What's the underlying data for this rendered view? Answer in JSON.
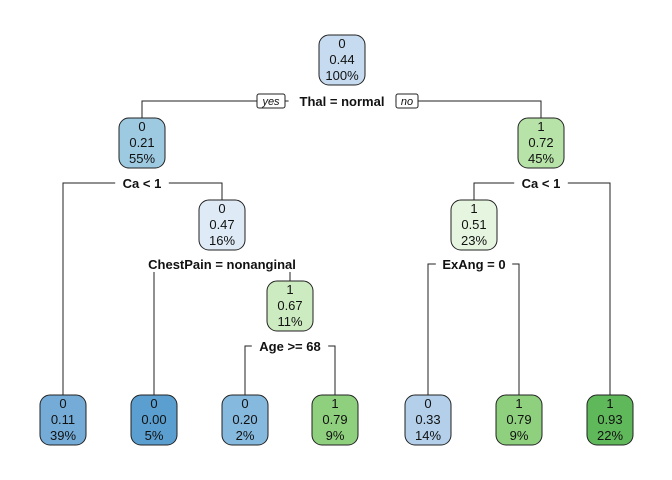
{
  "tree": {
    "branch_labels": {
      "yes": "yes",
      "no": "no"
    },
    "nodes": [
      {
        "id": "root",
        "class": "0",
        "prob": "0.44",
        "pct": "100%",
        "fill": "#c6dbef"
      },
      {
        "id": "n_left",
        "class": "0",
        "prob": "0.21",
        "pct": "55%",
        "fill": "#9ecae1"
      },
      {
        "id": "n_right",
        "class": "1",
        "prob": "0.72",
        "pct": "45%",
        "fill": "#b7e2a8"
      },
      {
        "id": "n_left_right",
        "class": "0",
        "prob": "0.47",
        "pct": "16%",
        "fill": "#deebf7"
      },
      {
        "id": "n_right_left",
        "class": "1",
        "prob": "0.51",
        "pct": "23%",
        "fill": "#e5f5e0"
      },
      {
        "id": "n_age",
        "class": "1",
        "prob": "0.67",
        "pct": "11%",
        "fill": "#cdebc0"
      },
      {
        "id": "leaf1",
        "class": "0",
        "prob": "0.11",
        "pct": "39%",
        "fill": "#75acd7"
      },
      {
        "id": "leaf2",
        "class": "0",
        "prob": "0.00",
        "pct": "5%",
        "fill": "#5a9fcf"
      },
      {
        "id": "leaf3",
        "class": "0",
        "prob": "0.20",
        "pct": "2%",
        "fill": "#86b9de"
      },
      {
        "id": "leaf4",
        "class": "1",
        "prob": "0.79",
        "pct": "9%",
        "fill": "#8fd07e"
      },
      {
        "id": "leaf5",
        "class": "0",
        "prob": "0.33",
        "pct": "14%",
        "fill": "#b3cfe9"
      },
      {
        "id": "leaf6",
        "class": "1",
        "prob": "0.79",
        "pct": "9%",
        "fill": "#8fd07e"
      },
      {
        "id": "leaf7",
        "class": "1",
        "prob": "0.93",
        "pct": "22%",
        "fill": "#5fb85a"
      }
    ],
    "splits": [
      {
        "id": "s_root",
        "label": "Thal = normal",
        "parent": "root",
        "left": "n_left",
        "right": "n_right"
      },
      {
        "id": "s_left",
        "label": "Ca < 1",
        "parent": "n_left",
        "left": "leaf1",
        "right": "n_left_right"
      },
      {
        "id": "s_right",
        "label": "Ca < 1",
        "parent": "n_right",
        "left": "n_right_left",
        "right": "leaf7"
      },
      {
        "id": "s_chest",
        "label": "ChestPain = nonanginal",
        "parent": "n_left_right",
        "left": "leaf2",
        "right": "n_age"
      },
      {
        "id": "s_exang",
        "label": "ExAng = 0",
        "parent": "n_right_left",
        "left": "leaf5",
        "right": "leaf6"
      },
      {
        "id": "s_age",
        "label": "Age >= 68",
        "parent": "n_age",
        "left": "leaf3",
        "right": "leaf4"
      }
    ]
  }
}
